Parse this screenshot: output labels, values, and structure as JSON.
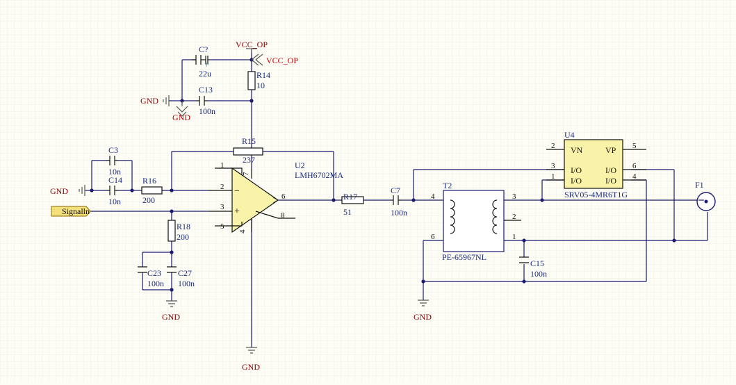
{
  "colors": {
    "background": "#fdfdf6",
    "grid": "#e4e4dc",
    "wire": "#1a1a6e",
    "component": "#111111",
    "designator": "#1a2a7a",
    "net_gnd": "#8b0000",
    "net_vcc": "#c00000",
    "port_fill": "#f3e07a",
    "ic_fill": "#f8f3a8",
    "transformer_fill": "#ffffff",
    "capacitor_plus": "#1a8fbf",
    "junction": "#1a1a6e"
  },
  "nets": {
    "vcc_op_top": "VCC_OP",
    "vcc_op_right": "VCC_OP",
    "gnd_left_c13": "GND",
    "gnd_below_c13": "GND",
    "gnd_left_c3": "GND",
    "gnd_c23": "GND",
    "gnd_opamp": "GND",
    "gnd_t2": "GND"
  },
  "port": {
    "label": "Signalln"
  },
  "components": {
    "c7_top": {
      "ref": "C?",
      "value": "22u",
      "polarity": "+"
    },
    "c13": {
      "ref": "C13",
      "value": "100n"
    },
    "r14": {
      "ref": "R14",
      "value": "10"
    },
    "r15": {
      "ref": "R15",
      "value": "237"
    },
    "c3": {
      "ref": "C3",
      "value": "10n"
    },
    "c14": {
      "ref": "C14",
      "value": "10n"
    },
    "r16": {
      "ref": "R16",
      "value": "200"
    },
    "r18": {
      "ref": "R18",
      "value": "200"
    },
    "c23": {
      "ref": "C23",
      "value": "100n"
    },
    "c27": {
      "ref": "C27",
      "value": "100n"
    },
    "u2": {
      "ref": "U2",
      "value": "LMH6702MA",
      "pins": {
        "p1": "1",
        "p2": "2",
        "p3": "3",
        "p4": "4",
        "p5": "5",
        "p6": "6",
        "p7": "7",
        "p8": "8"
      },
      "inv": "−",
      "noninv": "+"
    },
    "r17": {
      "ref": "R17",
      "value": "51"
    },
    "c7": {
      "ref": "C7",
      "value": "100n"
    },
    "t2": {
      "ref": "T2",
      "value": "PE-65967NL",
      "pins": {
        "p1": "1",
        "p2": "2",
        "p3": "3",
        "p4": "4",
        "p6": "6"
      }
    },
    "c15": {
      "ref": "C15",
      "value": "100n"
    },
    "u4": {
      "ref": "U4",
      "value": "SRV05-4MR6T1G",
      "pins": {
        "p1": "1",
        "p2": "2",
        "p3": "3",
        "p4": "4",
        "p5": "5",
        "p6": "6"
      },
      "pin_names": {
        "vn": "VN",
        "vp": "VP",
        "io_l1": "I/O",
        "io_l2": "I/O",
        "io_r1": "I/O",
        "io_r2": "I/O"
      }
    },
    "f1": {
      "ref": "F1"
    }
  }
}
